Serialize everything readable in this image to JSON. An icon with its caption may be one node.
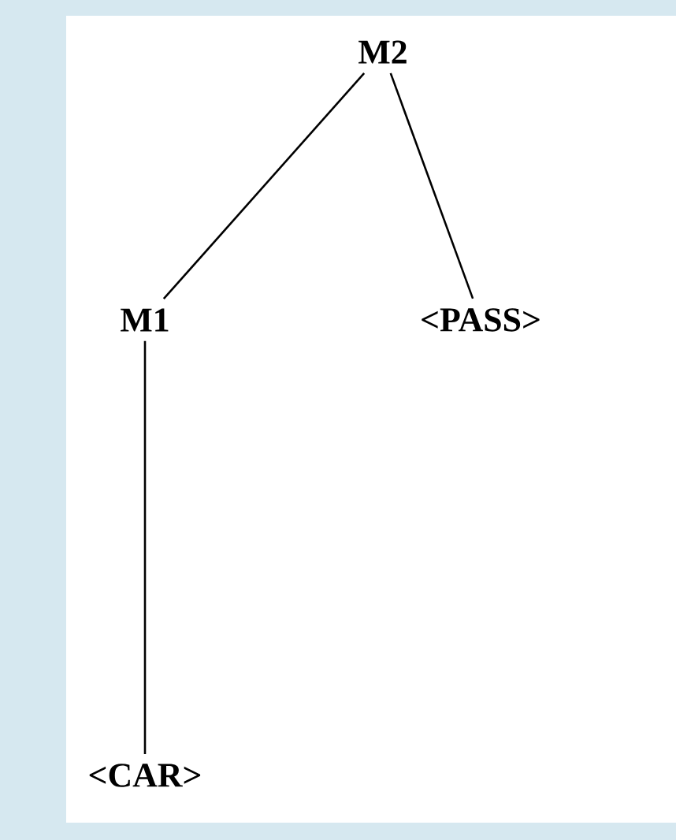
{
  "diagram": {
    "nodes": [
      {
        "text": [
          "M2"
        ]
      },
      {
        "text": [
          "M1"
        ]
      },
      {
        "text": [
          "<PASS>"
        ]
      },
      {
        "text": [
          "<CAR>"
        ]
      }
    ],
    "edges": [
      {
        "from": 0,
        "to": 1,
        "arrow": "none"
      },
      {
        "from": 0,
        "to": 2,
        "arrow": "none"
      },
      {
        "from": 1,
        "to": 3,
        "arrow": "none"
      }
    ]
  }
}
